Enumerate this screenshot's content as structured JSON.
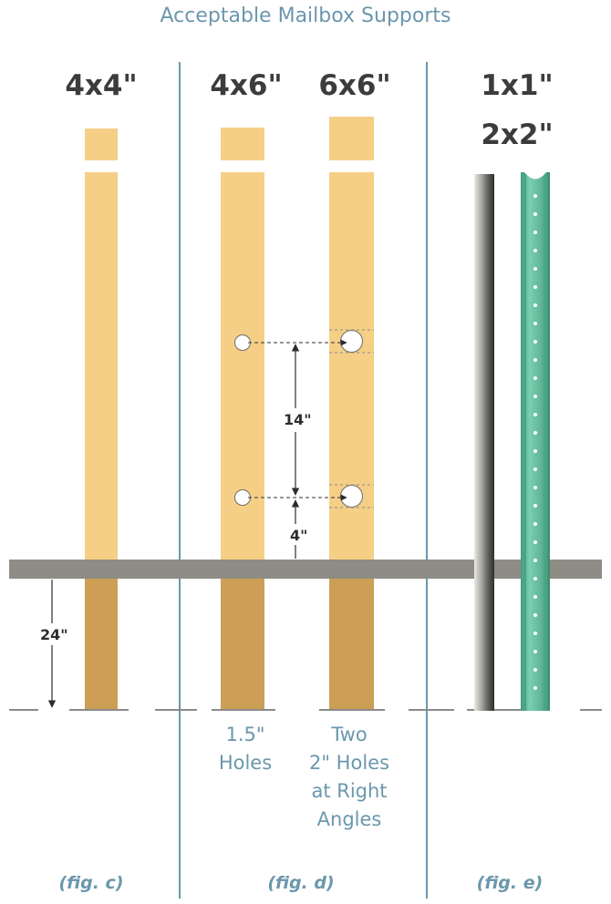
{
  "title": "Acceptable Mailbox Supports",
  "columns": {
    "c": {
      "label": "4x4\"",
      "fig": "(fig. c)"
    },
    "d": {
      "label_left": "4x6\"",
      "label_right": "6x6\"",
      "fig": "(fig. d)",
      "caption_left": [
        "1.5\"",
        "Holes"
      ],
      "caption_right": [
        "Two",
        "2\" Holes",
        "at Right",
        "Angles"
      ]
    },
    "e": {
      "label_1": "1x1\"",
      "label_2": "2x2\"",
      "fig": "(fig. e)"
    }
  },
  "dimensions": {
    "burial_depth": "24\"",
    "hole_spacing": "14\"",
    "hole_from_ground": "4\""
  },
  "colors": {
    "post_above_ground": "#f5cf85",
    "post_below_ground": "#cd9e55",
    "ground": "#8e8c84",
    "accent_text": "#6b97ad",
    "channel_post": "#5fb597",
    "round_pipe": "#808080"
  }
}
